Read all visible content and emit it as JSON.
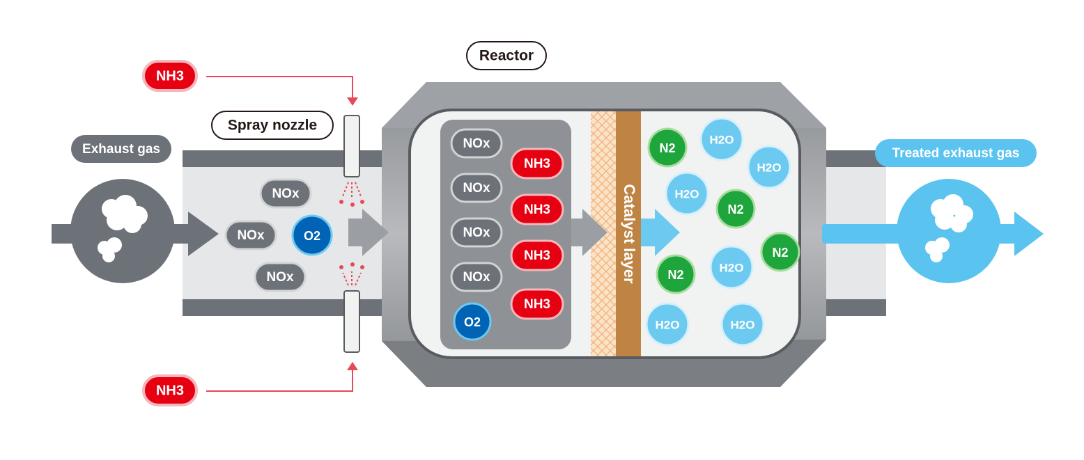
{
  "labels": {
    "reactor": "Reactor",
    "spray_nozzle": "Spray nozzle",
    "exhaust_gas": "Exhaust gas",
    "treated_exhaust_gas": "Treated exhaust gas",
    "catalyst_layer": "Catalyst layer"
  },
  "injection": {
    "top": "NH3",
    "bottom": "NH3"
  },
  "inlet_molecules": [
    "NOx",
    "NOx",
    "O2",
    "NOx"
  ],
  "reactor_mix": {
    "nox": [
      "NOx",
      "NOx",
      "NOx",
      "NOx"
    ],
    "nh3": [
      "NH3",
      "NH3",
      "NH3",
      "NH3"
    ],
    "o2": "O2"
  },
  "products": {
    "n2": [
      "N2",
      "N2",
      "N2",
      "N2"
    ],
    "h2o": [
      "H2O",
      "H2O",
      "H2O",
      "H2O",
      "H2O",
      "H2O"
    ]
  },
  "colors": {
    "duct_gray": "#6d7178",
    "reactor_gray": "#8c8f93",
    "flow_bg": "#e6e7e8",
    "chamber_bg": "#f1f2f2",
    "nh3_red": "#e60012",
    "o2_blue": "#0063b5",
    "n2_green": "#1ea63c",
    "h2o_blue": "#6ccaf1",
    "catalyst_brown": "#bf8444",
    "treated_blue": "#5bc3ef",
    "arrow_red": "#e8485a"
  }
}
